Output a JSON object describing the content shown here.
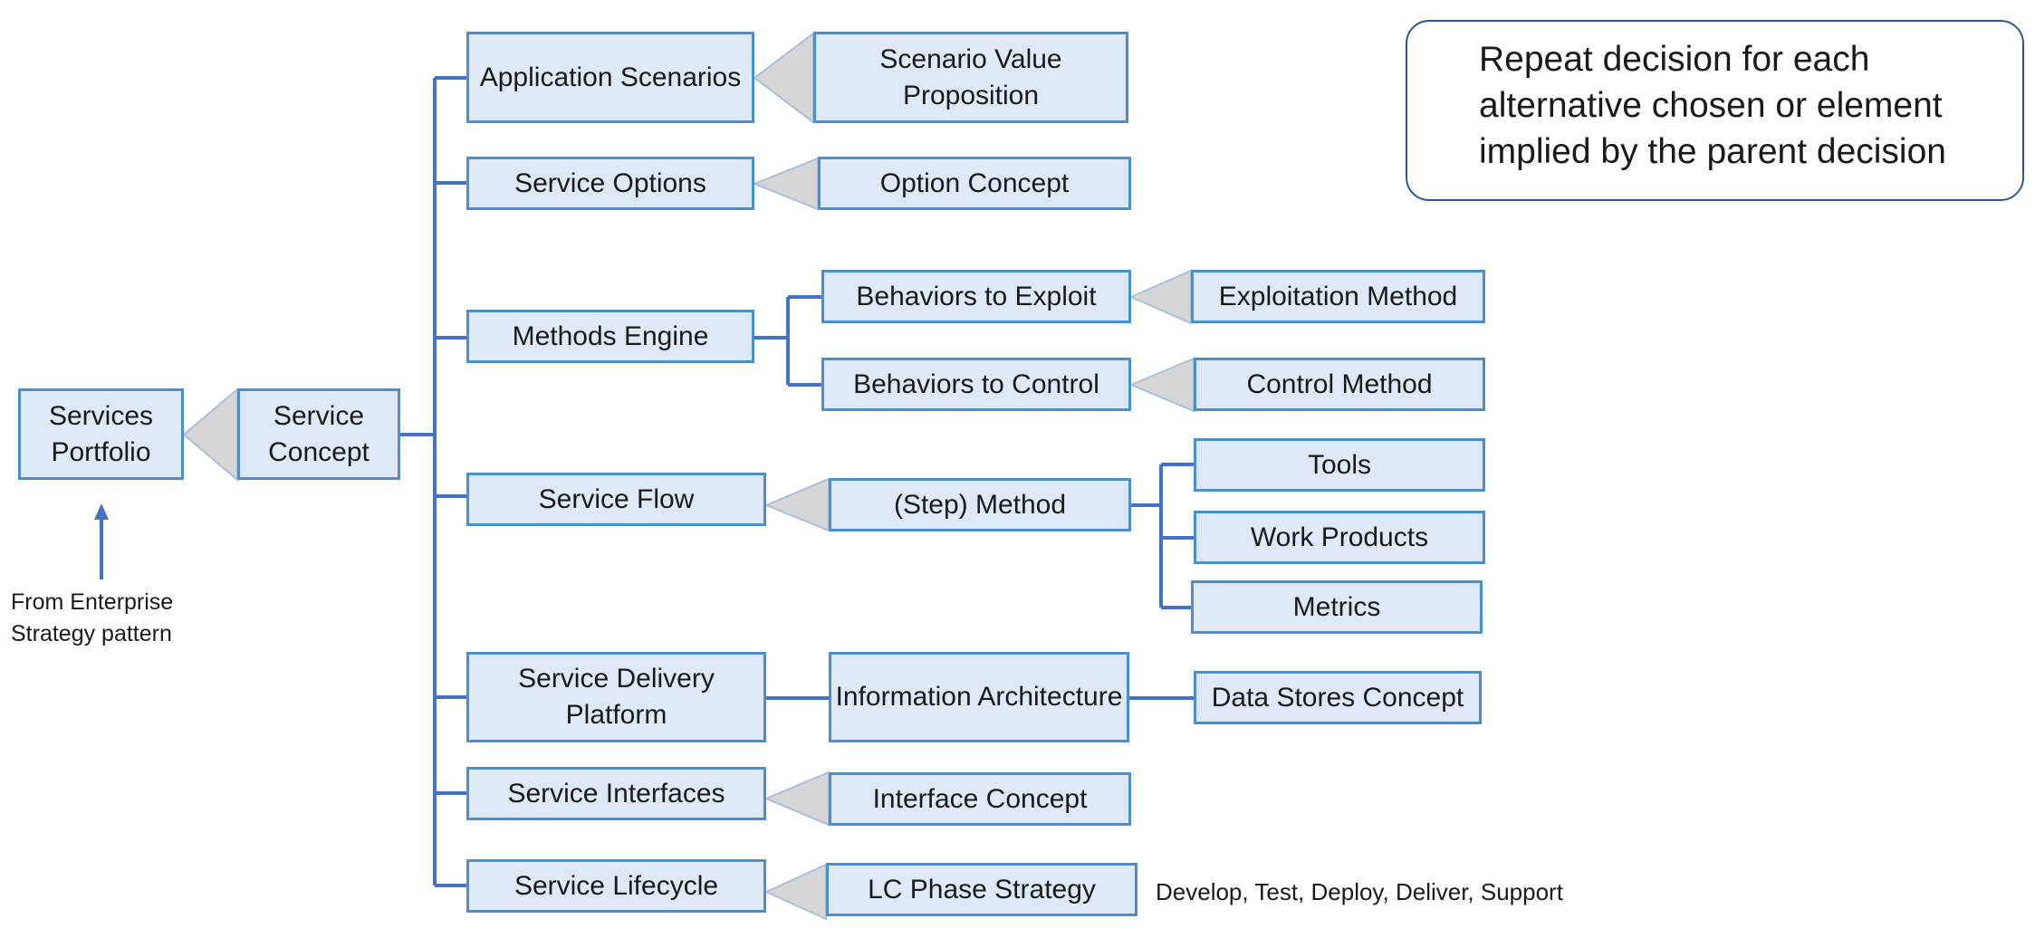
{
  "legend": {
    "text": "Repeat decision for each alternative chosen or element implied by the parent decision",
    "icon": "gray-triangle-icon"
  },
  "source_note": "From Enterprise Strategy pattern",
  "phases_note": "Develop, Test, Deploy, Deliver, Support",
  "colors": {
    "box_fill": "#dde9f6",
    "box_border": "#4a8fd0",
    "connector": "#4472c4",
    "triangle_fill": "#d6d6d6",
    "triangle_stroke": "#a9bfdc"
  },
  "nodes": {
    "services_portfolio": "Services Portfolio",
    "service_concept": "Service Concept",
    "application_scenarios": "Application Scenarios",
    "scenario_value_proposition": "Scenario Value Proposition",
    "service_options": "Service Options",
    "option_concept": "Option Concept",
    "methods_engine": "Methods Engine",
    "behaviors_to_exploit": "Behaviors to Exploit",
    "exploitation_method": "Exploitation Method",
    "behaviors_to_control": "Behaviors to Control",
    "control_method": "Control Method",
    "service_flow": "Service Flow",
    "step_method": "(Step) Method",
    "tools": "Tools",
    "work_products": "Work Products",
    "metrics": "Metrics",
    "service_delivery_platform": "Service Delivery Platform",
    "information_architecture": "Information Architecture",
    "data_stores_concept": "Data Stores Concept",
    "service_interfaces": "Service Interfaces",
    "interface_concept": "Interface Concept",
    "service_lifecycle": "Service Lifecycle",
    "lc_phase_strategy": "LC Phase Strategy"
  }
}
